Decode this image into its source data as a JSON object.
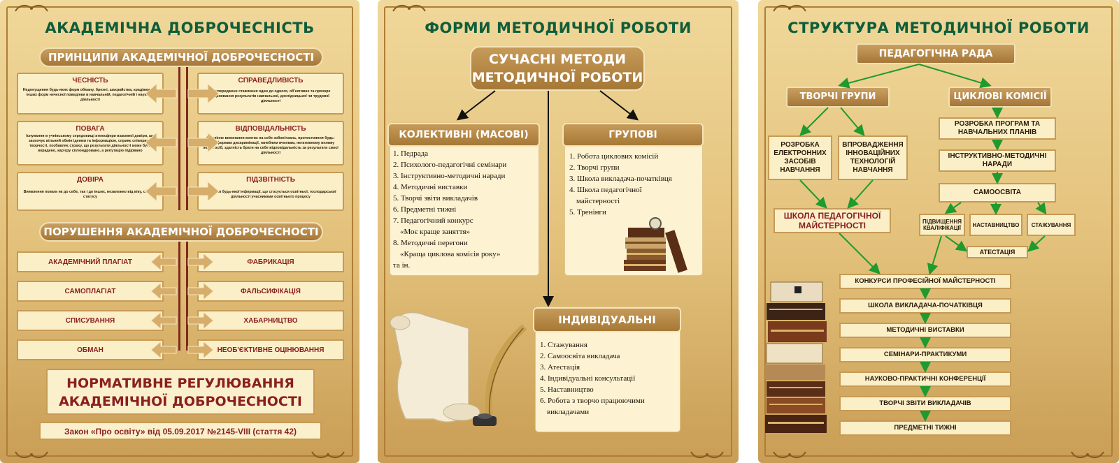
{
  "panel1": {
    "title": "АКАДЕМІЧНА ДОБРОЧЕСНІСТЬ",
    "principles_header": "ПРИНЦИПИ АКАДЕМІЧНОЇ ДОБРОЧЕСНОСТІ",
    "principles": [
      {
        "title": "ЧЕСНІСТЬ",
        "text": "Недопущення будь-яких форм обману, брехні, шахрайства, крадіжки або інших форм нечесної поведінки в навчальній, педагогічній і науковій діяльності"
      },
      {
        "title": "СПРАВЕДЛИВІСТЬ",
        "text": "Неупереджене ставлення один до одного, об'єктивне та прозоре оцінювання результатів навчальної, дослідницької чи трудової діяльності"
      },
      {
        "title": "ПОВАГА",
        "text": "Існування в учнівському середовищі атмосфери взаємної довіри, що заохочує вільний обмін ідеями та інформацією, сприяє співпраці і творчості, позбавляє страху, що результати діяльності може бути вкрадено, кар'єру сплюндровано, а репутацію підірвано"
      },
      {
        "title": "ВІДПОВІДАЛЬНІСТЬ",
        "text": "Сумлінне виконання взятих на себе зобов'язань, протистояння будь-яким формам дискримінації, ганебним вчинкам, негативному впливу інших осіб, здатність брати на себе відповідальність за результати своєї діяльності"
      },
      {
        "title": "ДОВІРА",
        "text": "Виявлення поваги як до себе, так і до інших, незалежно від віку, статі та статусу"
      },
      {
        "title": "ПІДЗВІТНІСТЬ",
        "text": "Надання будь-якої інформації, що стосується освітньої, господарської діяльності учасниками освітнього процесу"
      }
    ],
    "violations_header": "ПОРУШЕННЯ АКАДЕМІЧНОЇ ДОБРОЧЕСНОСТІ",
    "violations_left": [
      "АКАДЕМІЧНИЙ ПЛАГІАТ",
      "САМОПЛАГІАТ",
      "СПИСУВАННЯ",
      "ОБМАН"
    ],
    "violations_right": [
      "ФАБРИКАЦІЯ",
      "ФАЛЬСИФІКАЦІЯ",
      "ХАБАРНИЦТВО",
      "НЕОБ'ЄКТИВНЕ ОЦІНЮВАННЯ"
    ],
    "regulation_line1": "НОРМАТИВНЕ РЕГУЛЮВАННЯ",
    "regulation_line2": "АКАДЕМІЧНОЇ ДОБРОЧЕСНОСТІ",
    "law": "Закон «Про освіту» від 05.09.2017 №2145-VIII (стаття 42)"
  },
  "panel2": {
    "title": "ФОРМИ МЕТОДИЧНОЇ РОБОТИ",
    "center_line1": "СУЧАСНІ МЕТОДИ",
    "center_line2": "МЕТОДИЧНОЇ РОБОТИ",
    "collective_header": "КОЛЕКТИВНІ (МАСОВІ)",
    "collective_items": [
      "1. Педрада",
      "2. Психолого-педагогічні семінари",
      "3. Інструктивно-методичні наради",
      "4. Методичні виставки",
      "5. Творчі звіти викладачів",
      "6. Предметні тижні",
      "7. Педагогічний конкурс",
      "«Моє краще заняття»",
      "8. Методичні перегони",
      "«Краща циклова комісія року»",
      "та ін."
    ],
    "group_header": "ГРУПОВІ",
    "group_items": [
      "1. Робота циклових комісій",
      "2. Творчі групи",
      "3. Школа викладача-початківця",
      "4. Школа педагогічної",
      "майстерності",
      "5. Тренінги"
    ],
    "individual_header": "ІНДИВІДУАЛЬНІ",
    "individual_items": [
      "1. Стажування",
      "2. Самоосвіта викладача",
      "3. Атестація",
      "4. Індивідуальні консультації",
      "5. Наставництво",
      "6. Робота з творчо працюючими",
      "викладачами"
    ]
  },
  "panel3": {
    "title": "СТРУКТУРА МЕТОДИЧНОЇ РОБОТИ",
    "council": "ПЕДАГОГІЧНА РАДА",
    "creative_groups": "ТВОРЧІ ГРУПИ",
    "cycle_commissions": "ЦИКЛОВІ КОМІСІЇ",
    "e_means": "РОЗРОБКА ЕЛЕКТРОННИХ ЗАСОБІВ НАВЧАННЯ",
    "innovations": "ВПРОВАДЖЕННЯ ІННОВАЦІЙНИХ ТЕХНОЛОГІЙ НАВЧАННЯ",
    "programs": "РОЗРОБКА ПРОГРАМ ТА НАВЧАЛЬНИХ ПЛАНІВ",
    "meetings": "ІНСТРУКТИВНО-МЕТОДИЧНІ НАРАДИ",
    "self_education": "САМООСВІТА",
    "school": "ШКОЛА ПЕДАГОГІЧНОЇ МАЙСТЕРНОСТІ",
    "qualification": "ПІДВИЩЕННЯ КВАЛІФІКАЦІЇ",
    "mentoring": "НАСТАВНИЦТВО",
    "internship": "СТАЖУВАННЯ",
    "attestation": "АТЕСТАЦІЯ",
    "chain": [
      "КОНКУРСИ ПРОФЕСІЙНОЇ МАЙСТЕРНОСТІ",
      "ШКОЛА ВИКЛАДАЧА-ПОЧАТКІВЦЯ",
      "МЕТОДИЧНІ ВИСТАВКИ",
      "СЕМІНАРИ-ПРАКТИКУМИ",
      "НАУКОВО-ПРАКТИЧНІ КОНФЕРЕНЦІЇ",
      "ТВОРЧІ ЗВІТИ ВИКЛАДАЧІВ",
      "ПРЕДМЕТНІ ТИЖНІ"
    ]
  }
}
